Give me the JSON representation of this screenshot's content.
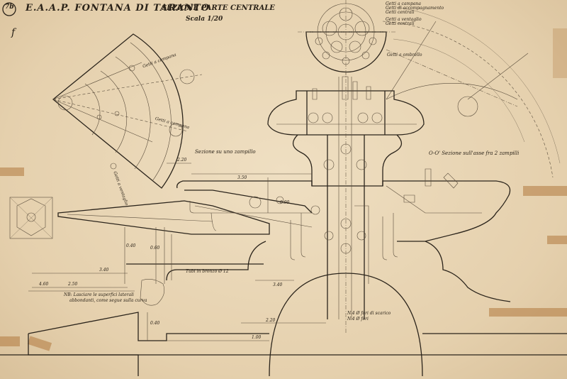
{
  "sheet": {
    "number": "7b",
    "title": "E.A.A.P. FONTANA DI TARANTO",
    "subtitle": "SEZIONE PARTE CENTRALE",
    "scale": "Scala 1/20",
    "left_margin_mark": "f"
  },
  "views": {
    "section_label": "Sezione su uno zampillo",
    "section_oo_label": "O-O' Sezione sull'asse fra 2 zampilli",
    "plan_notes": [
      "Getti a campana",
      "Getti centrali",
      "Getti a ventaglio",
      "Getti di accompagnamento",
      "Getti centrali",
      "Getti a ombrello"
    ],
    "left_plan_notes": [
      "Getti a campana",
      "Getti a campana",
      "Getti a ventaglio"
    ]
  },
  "annotations": {
    "pipe_note": "Tubi in bronzo Ø 12",
    "nb_line1": "NB: Lasciare le superfici laterali",
    "nb_line2": "abbondanti, come segue sulla curva",
    "pipe_label_1": "N.4 Ø fori di scarico",
    "pipe_label_2": "N.4 Ø fori"
  },
  "dimensions": [
    "4.60",
    "3.40",
    "2.50",
    "3.40",
    "2.20",
    "3.50",
    "2.20",
    "0.40",
    "0.40",
    "0.60",
    "1.00",
    "0.90"
  ],
  "colors": {
    "paper": "#e9d7b8",
    "ink": "#2b241b",
    "tape": "#b0783e"
  }
}
